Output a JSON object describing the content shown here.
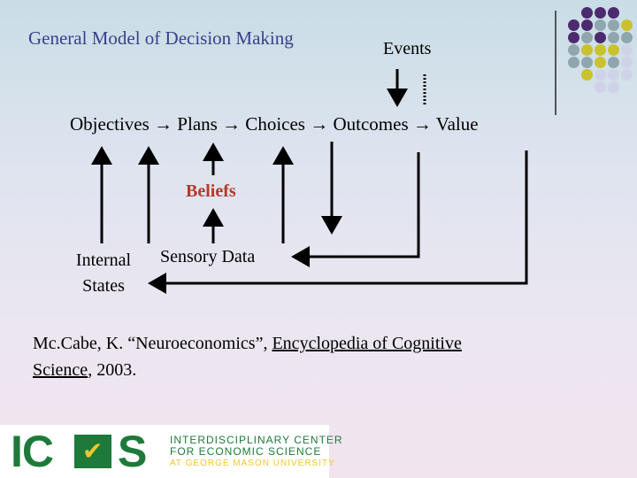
{
  "title": "General Model of Decision Making",
  "events_label": "Events",
  "chain_text": "Objectives → Plans → Choices  → Outcomes → Value",
  "beliefs_label": "Beliefs",
  "internal_states_line1": "Internal",
  "internal_states_line2": "States",
  "sensory_data_label": "Sensory Data",
  "citation": {
    "part1": "Mc.Cabe, K. “Neuroeconomics”, ",
    "part2": "Encyclopedia of Cognitive Science",
    "part3": ", 2003."
  },
  "logo": {
    "letters_left": "IC",
    "letter_right": "S",
    "line1": "INTERDISCIPLINARY CENTER",
    "line2": "FOR ECONOMIC SCIENCE",
    "line3": "AT GEORGE MASON UNIVERSITY"
  },
  "colors": {
    "title": "#3a3f8c",
    "beliefs": "#b23a2a",
    "dot_purple": "#4b2a6e",
    "dot_gray": "#8fa6ad",
    "dot_yellow": "#c9c22e",
    "dot_light": "#cfd3e8",
    "logo_green": "#1e7a3a",
    "logo_gold": "#f2c62d"
  }
}
